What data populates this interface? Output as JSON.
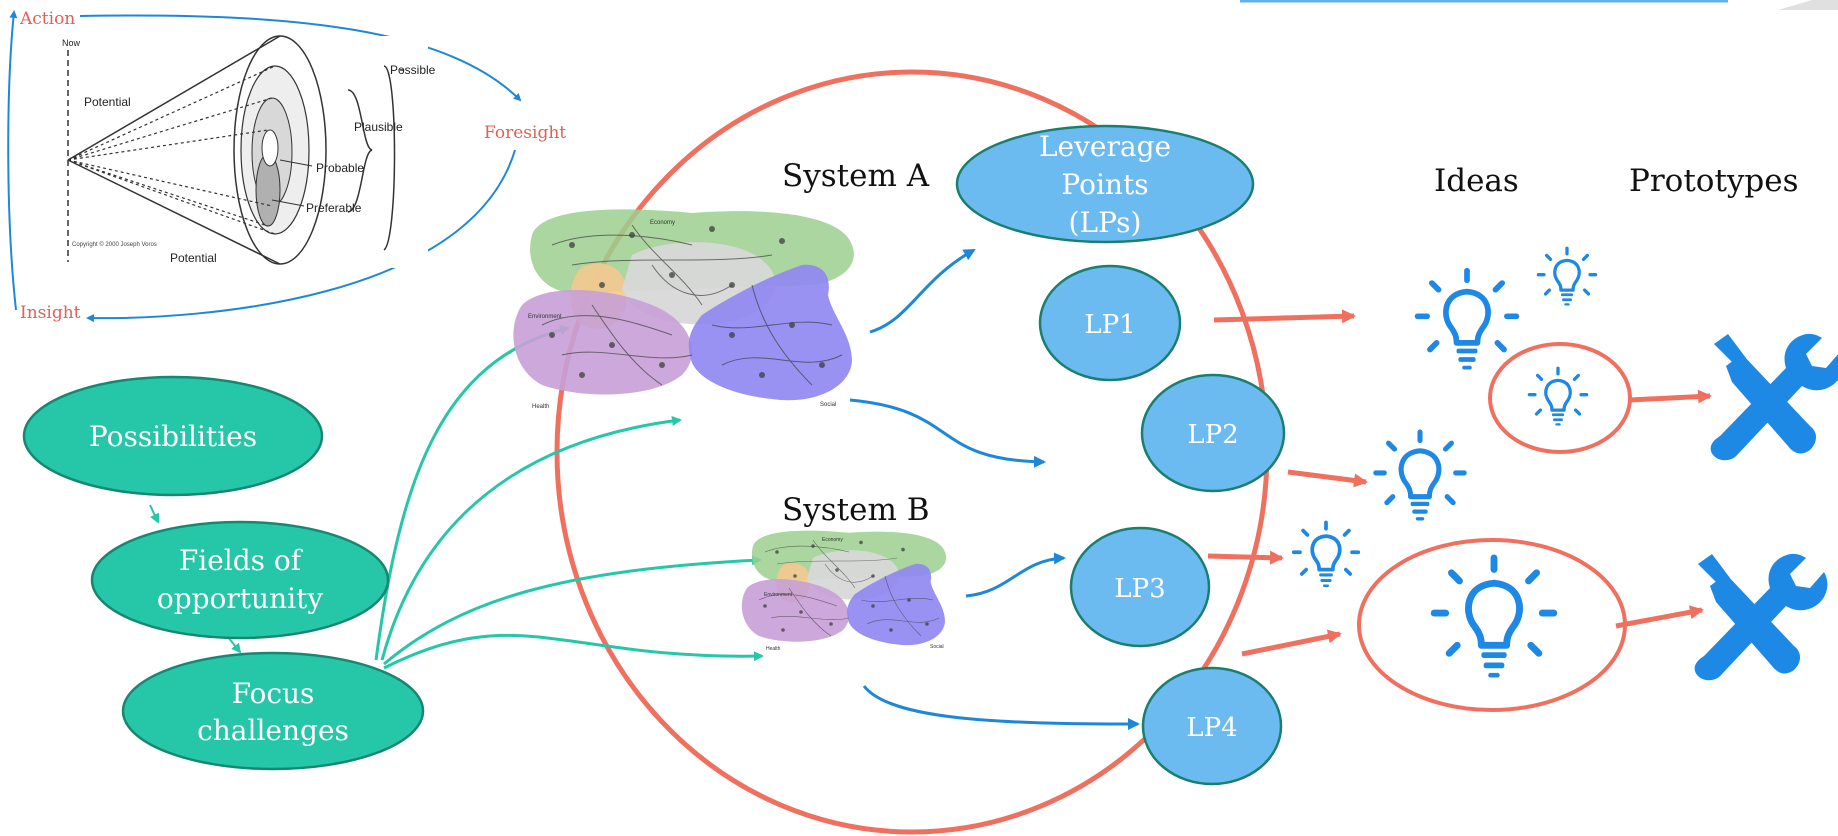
{
  "colors": {
    "teal": "#26c6a8",
    "teal_border": "#17876f",
    "blue_node": "#6cbbf0",
    "blue_border": "#1a7f6e",
    "blue_arrow": "#1e88d8",
    "red": "#f0705f",
    "icon_blue": "#1e88e5",
    "green_blob": "#9ccf8f",
    "purple_blob": "#c7a0d6",
    "violet_blob": "#8f86f2",
    "grey_blob": "#d8d8d8",
    "orange_blob": "#f4c990"
  },
  "foresight_cycle": {
    "action": "Action",
    "foresight": "Foresight",
    "insight": "Insight"
  },
  "futures_cone": {
    "now": "Now",
    "potential_top": "Potential",
    "potential_bottom": "Potential",
    "possible": "Possible",
    "plausible": "Plausible",
    "probable": "Probable",
    "preferable": "Preferable",
    "copyright": "Copyright © 2000 Joseph Voros"
  },
  "left_flow": {
    "possibilities": "Possibilities",
    "fields_line1": "Fields of",
    "fields_line2": "opportunity",
    "focus_line1": "Focus",
    "focus_line2": "challenges"
  },
  "systems": {
    "system_a": "System A",
    "system_b": "System B",
    "map_sublabels": [
      "Economy",
      "Environment",
      "Health",
      "Social"
    ]
  },
  "leverage": {
    "line1": "Leverage",
    "line2": "Points",
    "line3": "(LPs)",
    "lp1": "LP1",
    "lp2": "LP2",
    "lp3": "LP3",
    "lp4": "LP4"
  },
  "headers": {
    "ideas": "Ideas",
    "prototypes": "Prototypes"
  },
  "icons": [
    "lightbulb-icon",
    "tools-icon"
  ]
}
